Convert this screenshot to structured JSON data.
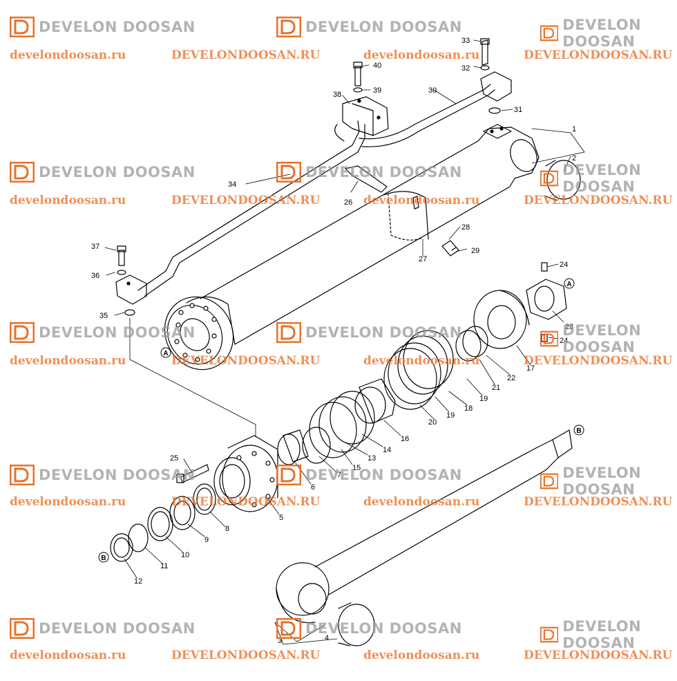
{
  "watermark": {
    "brand": "DEVELON DOOSAN",
    "url_lower": "develondoosan.ru",
    "url_upper": "DEVELONDOOSAN.RU",
    "logo_color": "#e8712a",
    "brand_color": "#9a9a9a"
  },
  "callouts": [
    "1",
    "2",
    "3",
    "4",
    "5",
    "6",
    "7",
    "8",
    "9",
    "10",
    "11",
    "12",
    "13",
    "14",
    "15",
    "16",
    "17",
    "18",
    "19",
    "19",
    "20",
    "21",
    "22",
    "23",
    "24",
    "24",
    "25",
    "26",
    "27",
    "28",
    "29",
    "30",
    "31",
    "32",
    "33",
    "34",
    "35",
    "36",
    "37",
    "38",
    "39",
    "40"
  ],
  "markers": {
    "a": "A",
    "b": "B"
  }
}
